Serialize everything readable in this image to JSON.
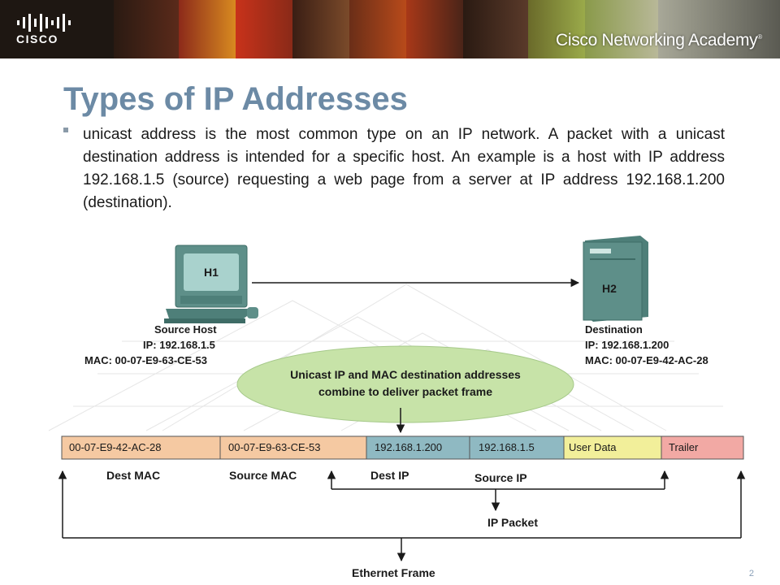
{
  "header": {
    "logo_text": "CISCO",
    "brand": "Cisco Networking Academy",
    "brand_mark": "®",
    "photo_colors": [
      "#3a2418",
      "#8c2a1a",
      "#d88a20",
      "#c8321a",
      "#3a1e14",
      "#6a2e18",
      "#a83818",
      "#2a1a12",
      "#8a7a3a",
      "#9aaa4a",
      "#c8c8b8"
    ]
  },
  "slide": {
    "title": "Types of IP Addresses",
    "bullet": "unicast address is the most common type on an IP network. A packet with a unicast destination address is intended for a specific host. An example is a host with IP address 192.168.1.5 (source) requesting a web page from a server at IP address 192.168.1.200 (destination).",
    "page_number": "2"
  },
  "diagram": {
    "h1_label": "H1",
    "h2_label": "H2",
    "source": {
      "title": "Source Host",
      "ip": "IP: 192.168.1.5",
      "mac": "MAC: 00-07-E9-63-CE-53"
    },
    "destination": {
      "title": "Destination",
      "ip": "IP: 192.168.1.200",
      "mac": "MAC: 00-07-E9-42-AC-28"
    },
    "callout_line1": "Unicast IP and MAC destination addresses",
    "callout_line2": "combine to deliver packet frame",
    "frame_segments": [
      {
        "text": "00-07-E9-42-AC-28",
        "color": "#f5c9a2"
      },
      {
        "text": "00-07-E9-63-CE-53",
        "color": "#f5c9a2"
      },
      {
        "text": "192.168.1.200",
        "color": "#8fb9c2"
      },
      {
        "text": "192.168.1.5",
        "color": "#8fb9c2"
      },
      {
        "text": "User Data",
        "color": "#f2ef9a"
      },
      {
        "text": "Trailer",
        "color": "#f2a9a4"
      }
    ],
    "labels": {
      "dest_mac": "Dest MAC",
      "source_mac": "Source MAC",
      "dest_ip": "Dest IP",
      "source_ip": "Source IP",
      "ip_packet": "IP Packet",
      "ethernet_frame": "Ethernet Frame"
    },
    "colors": {
      "callout": "#c7e3a8",
      "computer": "#5e8f89",
      "screen": "#a9d2cd",
      "server": "#5e8f89",
      "grid": "#e8e8e8"
    }
  }
}
